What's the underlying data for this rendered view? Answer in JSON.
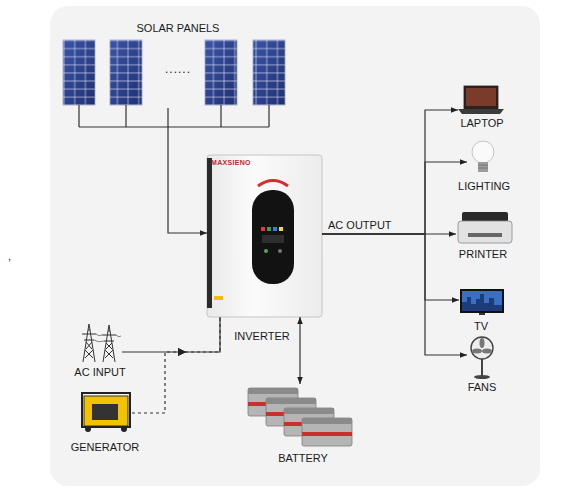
{
  "diagram": {
    "nodes": [
      {
        "text": [
          "SOLAR PANELS",
          "......"
        ]
      },
      {
        "text": [
          "MAXSIENO",
          "INVERTER"
        ]
      },
      {
        "text": [
          "LAPTOP"
        ]
      },
      {
        "text": [
          "LIGHTING"
        ]
      },
      {
        "text": [
          "PRINTER"
        ]
      },
      {
        "text": [
          "TV"
        ]
      },
      {
        "text": [
          "FANS"
        ]
      },
      {
        "text": [
          "AC INPUT"
        ]
      },
      {
        "text": [
          "GENERATOR"
        ]
      },
      {
        "text": [
          "BATTERY"
        ]
      }
    ],
    "edges": [
      {
        "from": 0,
        "to": 1,
        "arrow": "to"
      },
      {
        "from": 7,
        "to": 1,
        "arrow": "to"
      },
      {
        "from": 8,
        "to": 1,
        "arrow": "to"
      },
      {
        "from": 1,
        "to": 9,
        "arrow": "both"
      },
      {
        "from": 1,
        "to": 2,
        "arrow": "to"
      },
      {
        "from": 1,
        "to": 3,
        "arrow": "to"
      },
      {
        "from": 1,
        "to": 4,
        "arrow": "to",
        "label": "AC OUTPUT"
      },
      {
        "from": 1,
        "to": 5,
        "arrow": "to"
      },
      {
        "from": 1,
        "to": 6,
        "arrow": "to"
      }
    ],
    "labels": [
      ","
    ]
  }
}
